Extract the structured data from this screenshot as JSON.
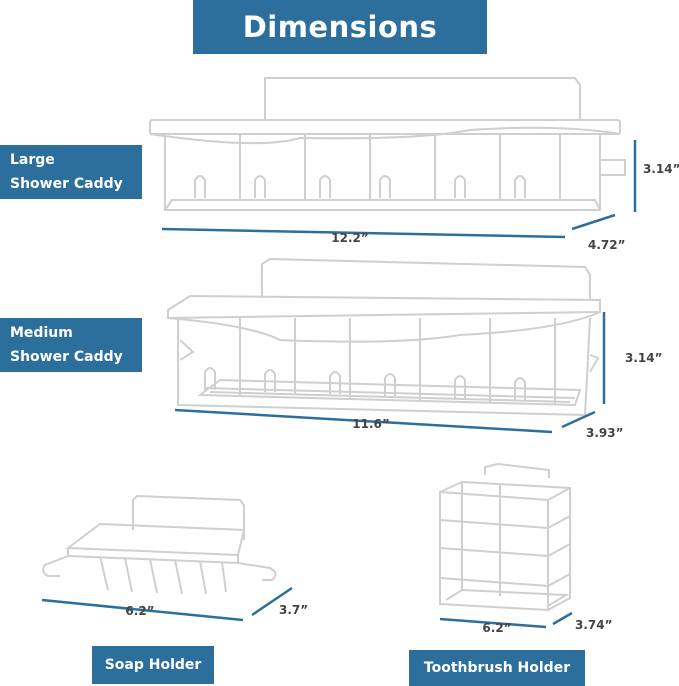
{
  "title": "Dimensions",
  "colors": {
    "accent": "#2d6f9c",
    "dimension_line": "#2d6f9c",
    "rack": "#cfcfcf"
  },
  "products": [
    {
      "name_line1": "Large",
      "name_line2": "Shower Caddy",
      "length": "12.2”",
      "depth": "4.72”",
      "height": "3.14”"
    },
    {
      "name_line1": "Medium",
      "name_line2": "Shower Caddy",
      "length": "11.6”",
      "depth": "3.93”",
      "height": "3.14”"
    },
    {
      "name": "Soap Holder",
      "length": "6.2”",
      "depth": "3.7”"
    },
    {
      "name": "Toothbrush Holder",
      "length": "6.2”",
      "depth": "3.74”"
    }
  ]
}
